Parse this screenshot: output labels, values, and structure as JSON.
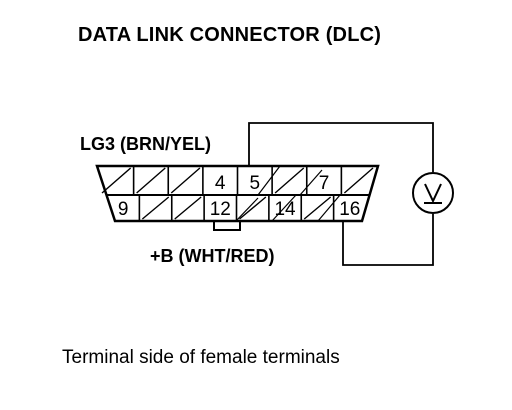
{
  "title": "DATA LINK CONNECTOR (DLC)",
  "wire_labels": {
    "lg3": "LG3 (BRN/YEL)",
    "plus_b": "+B (WHT/RED)"
  },
  "caption": "Terminal side of female terminals",
  "terminals": {
    "top_row": [
      "",
      "",
      "",
      "4",
      "5",
      "",
      "7",
      ""
    ],
    "bottom_row": [
      "9",
      "",
      "",
      "12",
      "",
      "14",
      "",
      "16"
    ]
  },
  "meter_symbol": "voltmeter-icon"
}
